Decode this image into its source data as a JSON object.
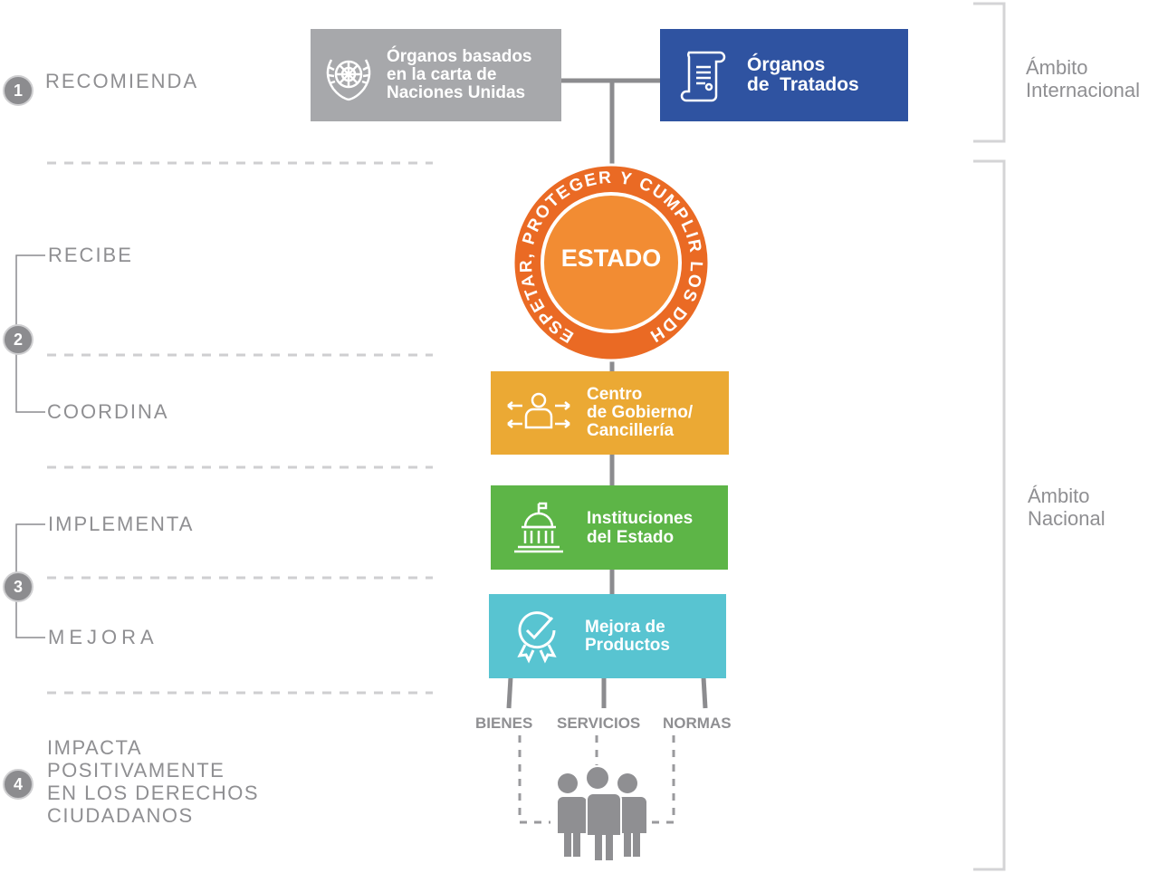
{
  "colors": {
    "un_gray": "#a7a8ab",
    "treaty_blue": "#2f53a1",
    "orange_ring": "#ea6a24",
    "orange_core": "#f28c33",
    "yellow": "#eba934",
    "green": "#5db547",
    "cyan": "#58c4d1",
    "connector": "#8c8c8f"
  },
  "steps": [
    {
      "number": "1",
      "labels": [
        "RECOMIENDA"
      ]
    },
    {
      "number": "2",
      "labels": [
        "RECIBE",
        "COORDINA"
      ]
    },
    {
      "number": "3",
      "labels": [
        "IMPLEMENTA",
        "MEJORA"
      ]
    },
    {
      "number": "4",
      "labels": [
        "IMPACTA\nPOSITIVAMENTE\nEN LOS DERECHOS\nCIUDADANOS"
      ]
    }
  ],
  "scopes": {
    "international": "Ámbito\nInternacional",
    "national": "Ámbito\nNacional"
  },
  "boxes": {
    "un_charter": {
      "label": "Órganos basados\nen la carta de\nNaciones Unidas",
      "icon": "un-emblem-icon"
    },
    "treaties": {
      "label": "Órganos\nde  Tratados",
      "icon": "scroll-document-icon"
    },
    "government": {
      "label": "Centro\nde Gobierno/\nCancillería",
      "icon": "coordinator-arrows-icon"
    },
    "institutions": {
      "label": "Instituciones\ndel Estado",
      "icon": "capitol-building-icon"
    },
    "products": {
      "label": "Mejora de\nProductos",
      "icon": "quality-badge-icon"
    }
  },
  "estado": {
    "label": "ESTADO",
    "ring_text": "RESPETAR, PROTEGER Y CUMPLIR LOS DDHH"
  },
  "outputs": [
    "BIENES",
    "SERVICIOS",
    "NORMAS"
  ],
  "people_icon": "citizens-group-icon"
}
